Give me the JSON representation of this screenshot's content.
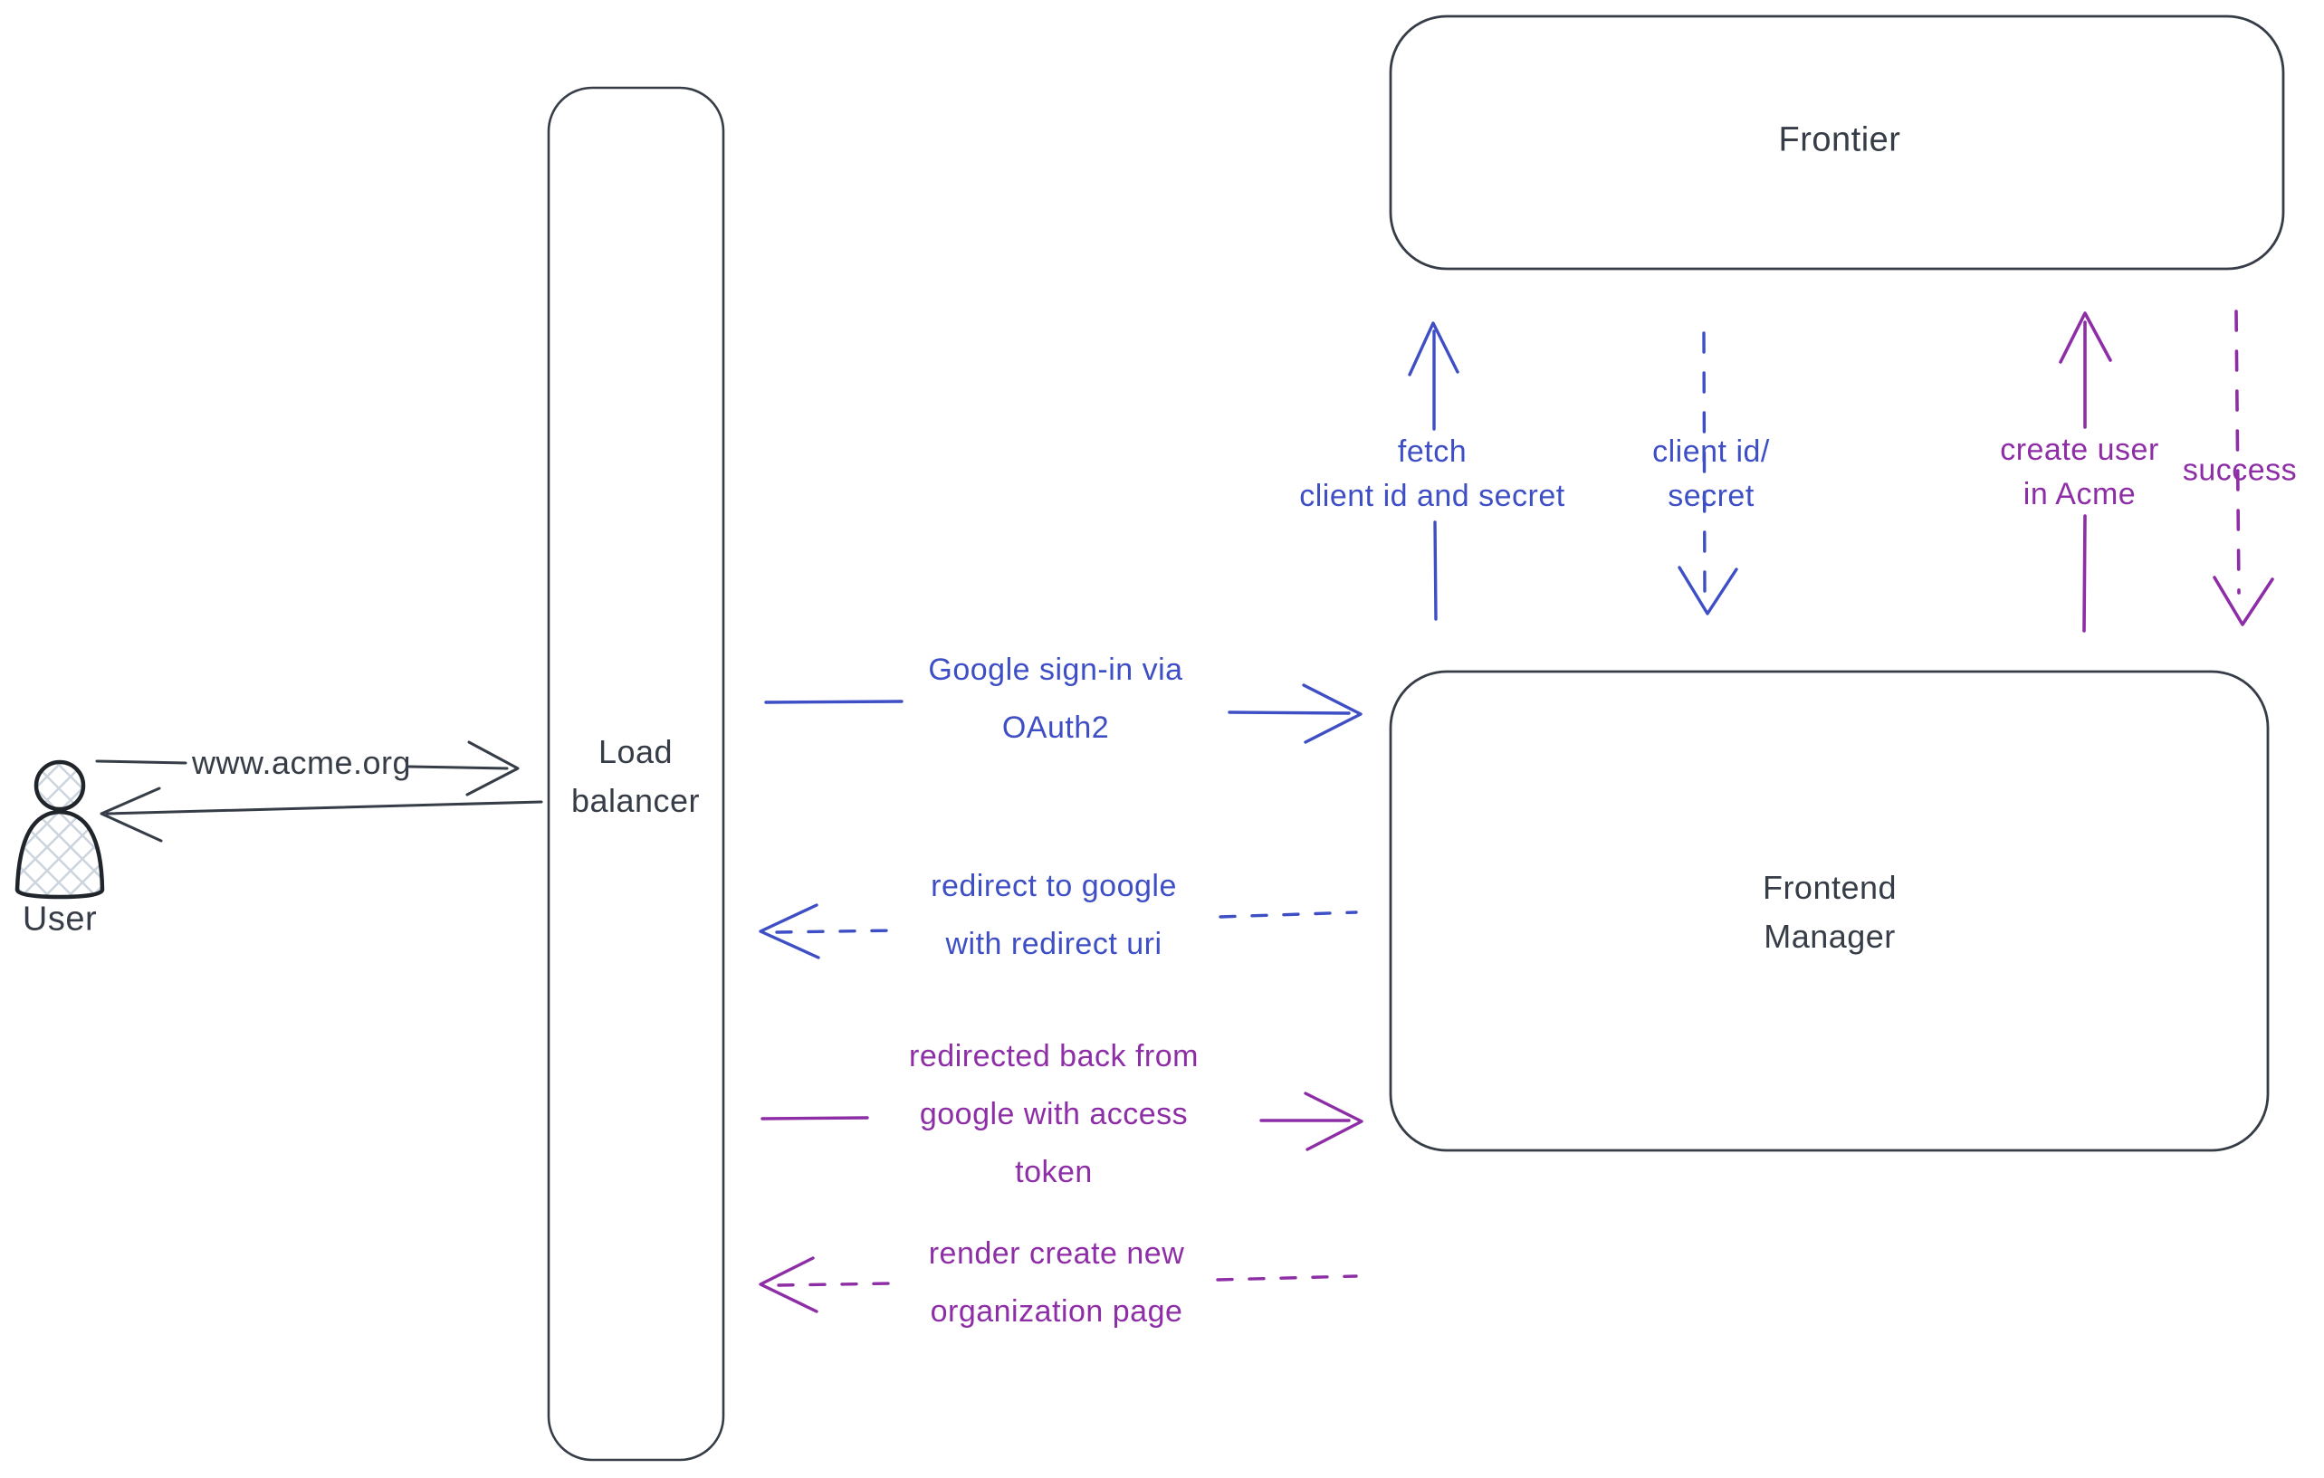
{
  "diagram": {
    "colors": {
      "ink": "#363d47",
      "blue": "#3e4fc5",
      "purple": "#8e2ea6",
      "hatch_fill": "#ccd4dd",
      "background": "#ffffff"
    },
    "icons": {
      "user_icon": "user-silhouette-crosshatch"
    },
    "nodes": {
      "user": {
        "label": "User"
      },
      "load_balancer": {
        "label": "Load\nbalancer"
      },
      "frontier": {
        "label": "Frontier"
      },
      "frontend_manager": {
        "label": "Frontend\nManager"
      }
    },
    "edges": {
      "www_acme": {
        "label": "www.acme.org",
        "from": "User",
        "to": "Load balancer",
        "style": "solid",
        "color": "ink"
      },
      "lb_return": {
        "label": "",
        "from": "Load balancer",
        "to": "User",
        "style": "solid",
        "color": "ink"
      },
      "google_signin": {
        "label": "Google sign-in via\nOAuth2",
        "from": "Load balancer",
        "to": "Frontend Manager",
        "style": "solid",
        "color": "blue"
      },
      "redirect_google": {
        "label": "redirect to google\nwith redirect uri",
        "from": "Frontend Manager",
        "to": "Load balancer",
        "style": "dashed",
        "color": "blue"
      },
      "redirected_back": {
        "label": "redirected back from\ngoogle with access\ntoken",
        "from": "Load balancer",
        "to": "Frontend Manager",
        "style": "solid",
        "color": "purple"
      },
      "render_create": {
        "label": "render create new\norganization page",
        "from": "Frontend Manager",
        "to": "Load balancer",
        "style": "dashed",
        "color": "purple"
      },
      "fetch_client": {
        "label": "fetch\nclient id and secret",
        "from": "Frontend Manager",
        "to": "Frontier",
        "style": "solid",
        "color": "blue"
      },
      "client_id_secret": {
        "label": "client id/\nsecret",
        "from": "Frontier",
        "to": "Frontend Manager",
        "style": "dashed",
        "color": "blue"
      },
      "create_user": {
        "label": "create user\nin Acme",
        "from": "Frontend Manager",
        "to": "Frontier",
        "style": "solid",
        "color": "purple"
      },
      "success": {
        "label": "success",
        "from": "Frontier",
        "to": "Frontend Manager",
        "style": "dashed",
        "color": "purple"
      }
    }
  }
}
